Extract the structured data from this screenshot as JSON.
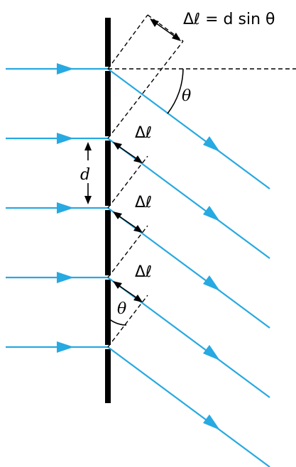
{
  "labels": {
    "delta_l_formula": "Δℓ = d sin θ",
    "theta_top": "θ",
    "delta_l_1": "Δℓ",
    "delta_l_2": "Δℓ",
    "delta_l_3": "Δℓ",
    "spacing_d": "d",
    "theta_bottom": "θ"
  },
  "colors": {
    "ray": "#27a9e1",
    "grating": "#000000",
    "dashed": "#000000"
  }
}
